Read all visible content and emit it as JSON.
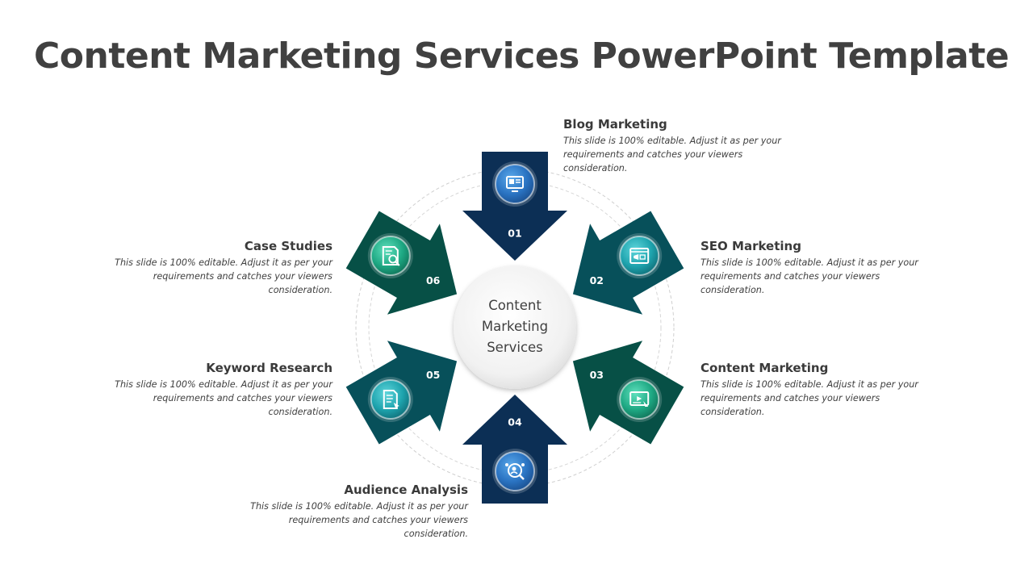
{
  "title": "Content Marketing Services PowerPoint Template",
  "center": {
    "lines": [
      "Content",
      "Marketing",
      "Services"
    ]
  },
  "items": [
    {
      "number": "01",
      "heading": "Blog Marketing",
      "description": "This slide is 100% editable. Adjust it as per your requirements and catches your viewers consideration.",
      "icon": "blog-icon",
      "color": "#0c2f55"
    },
    {
      "number": "02",
      "heading": "SEO Marketing",
      "description": "This slide is 100% editable. Adjust it as per your requirements and catches your viewers consideration.",
      "icon": "seo-icon",
      "color": "#07505a"
    },
    {
      "number": "03",
      "heading": "Content Marketing",
      "description": "This slide is 100% editable. Adjust it as per your requirements and catches your viewers consideration.",
      "icon": "content-icon",
      "color": "#075046"
    },
    {
      "number": "04",
      "heading": "Audience Analysis",
      "description": "This slide is 100% editable. Adjust it as per your requirements and catches your viewers consideration.",
      "icon": "audience-icon",
      "color": "#0c2f55"
    },
    {
      "number": "05",
      "heading": "Keyword Research",
      "description": "This slide is 100% editable. Adjust it as per your requirements and catches your viewers consideration.",
      "icon": "keyword-icon",
      "color": "#07505a"
    },
    {
      "number": "06",
      "heading": "Case Studies",
      "description": "This slide is 100% editable. Adjust it as per your requirements and catches your viewers consideration.",
      "icon": "case-studies-icon",
      "color": "#075046"
    }
  ]
}
